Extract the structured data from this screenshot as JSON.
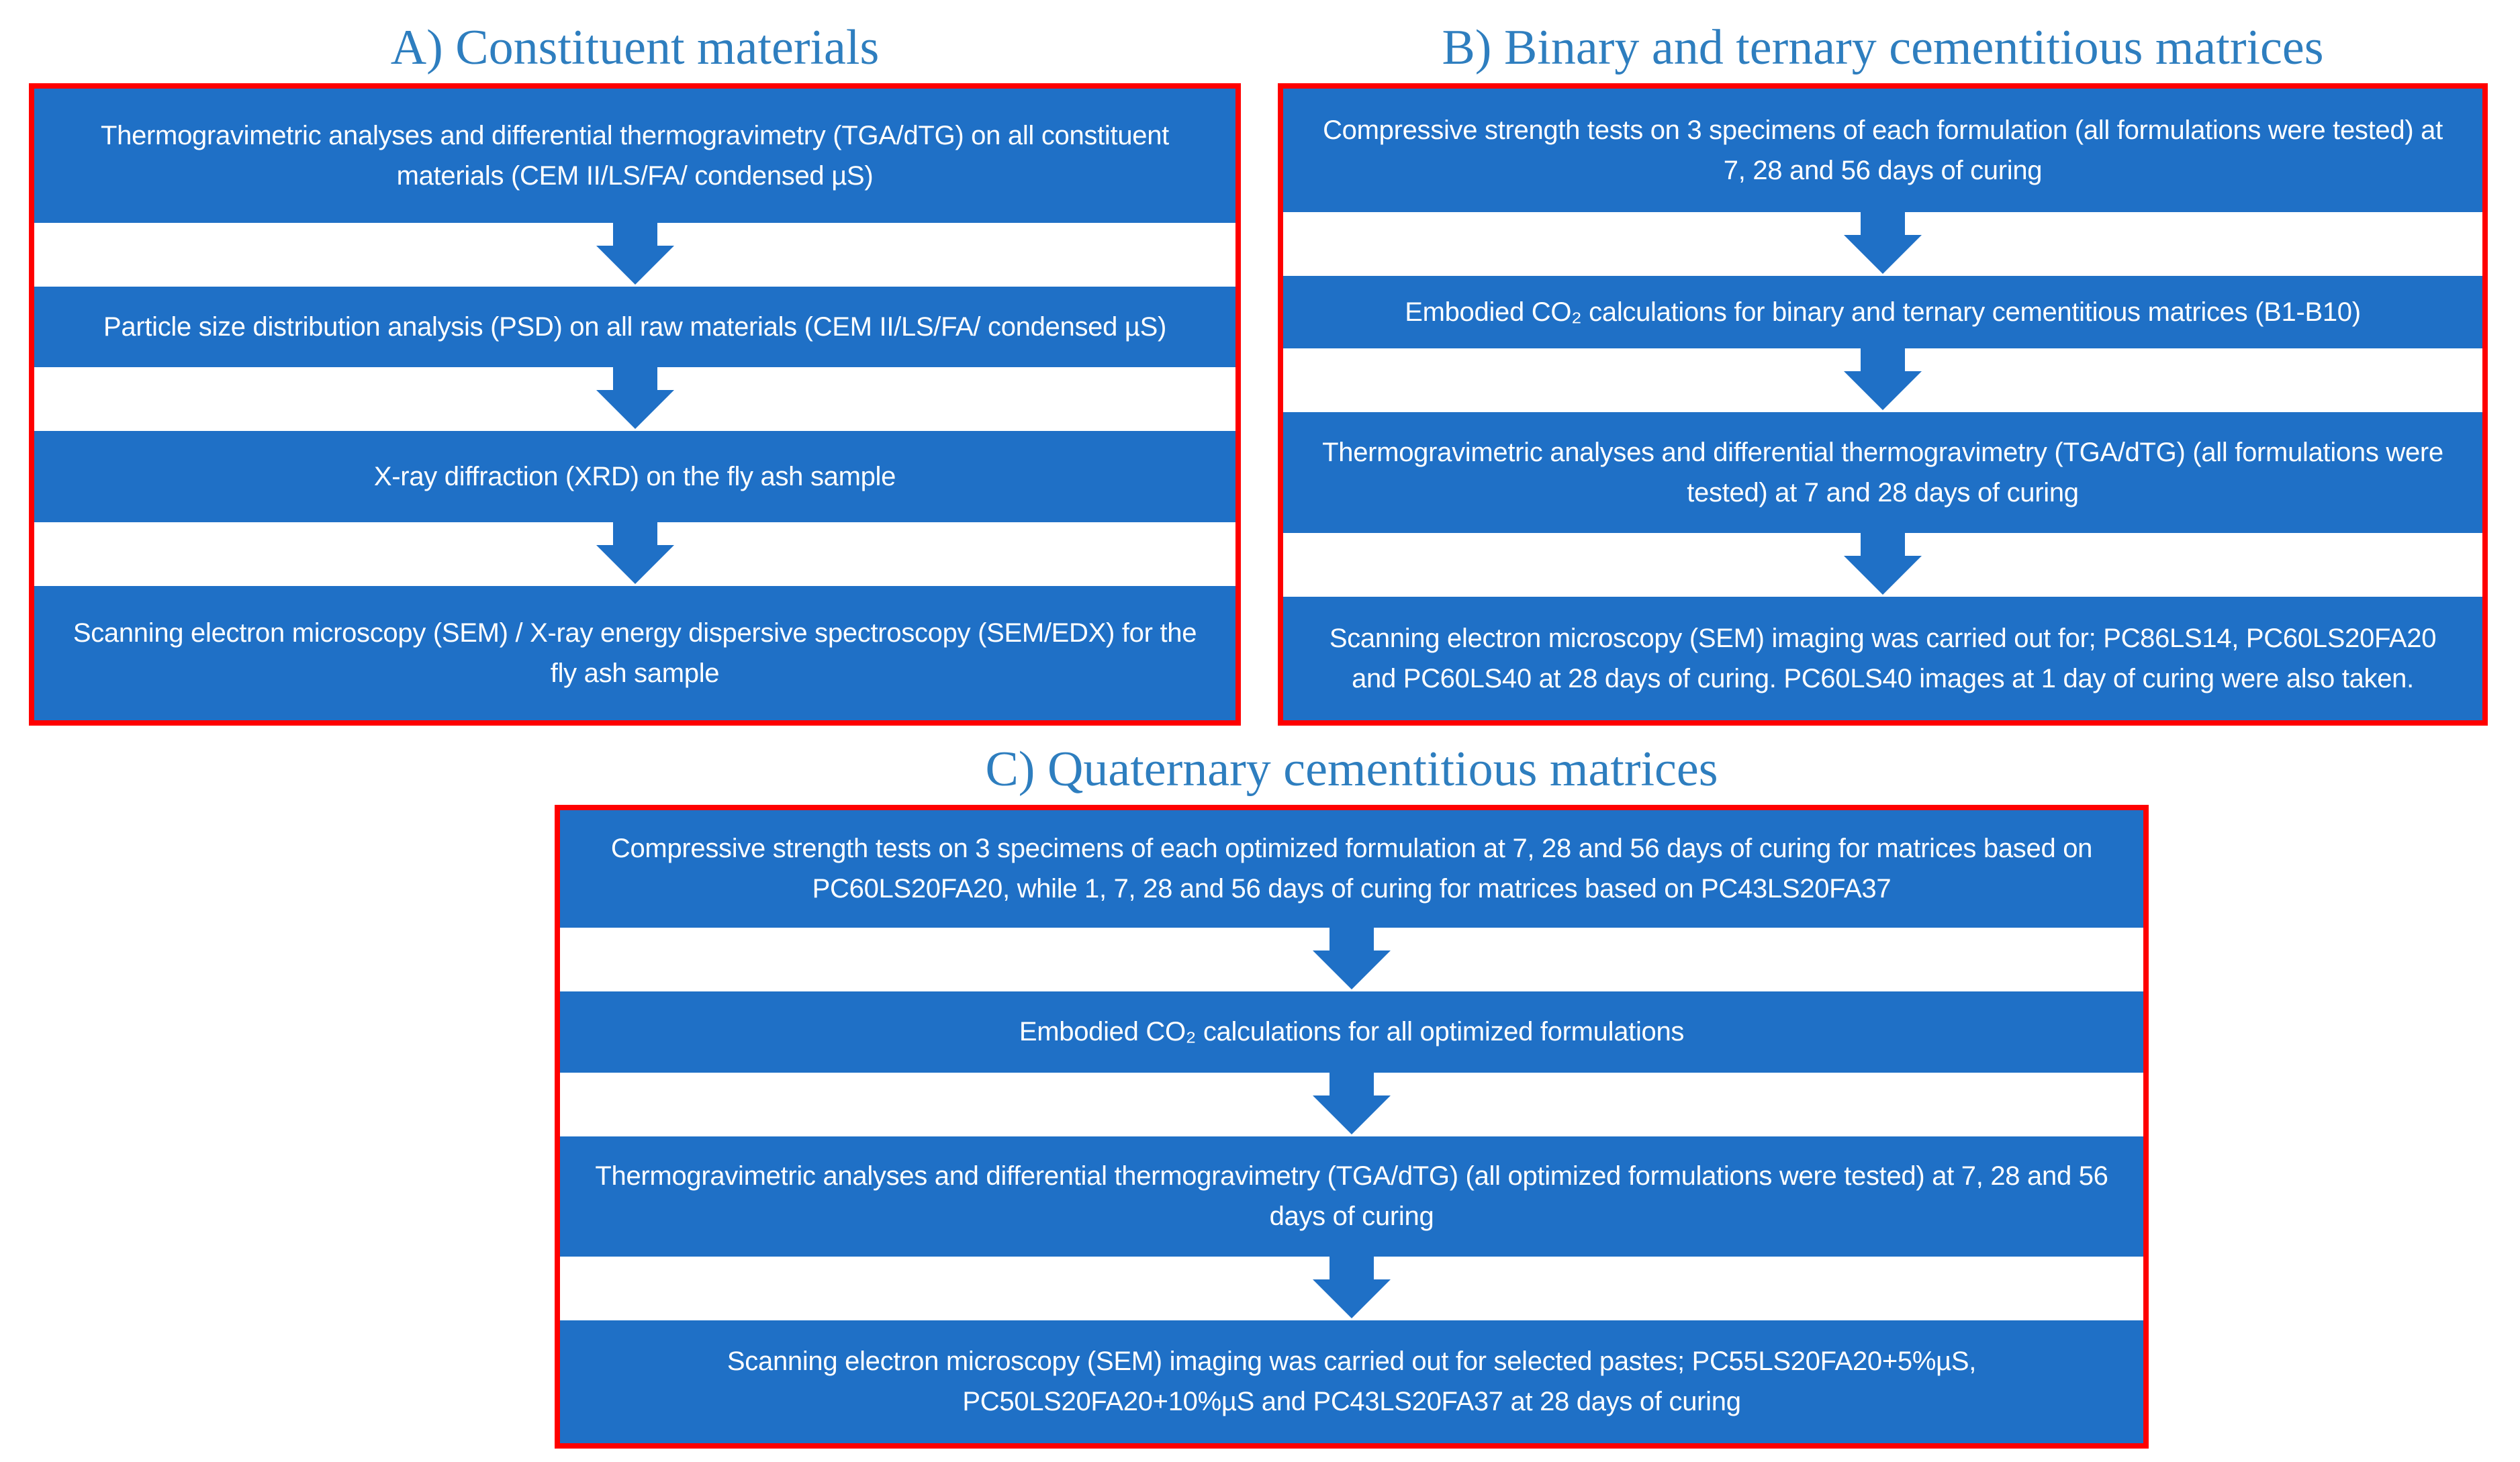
{
  "colors": {
    "box_fill": "#1F70C6",
    "box_text": "#FFFFFF",
    "panel_border": "#FF0000",
    "title_text": "#2E7EBF",
    "arrow": "#1F70C6",
    "background": "#FFFFFF"
  },
  "panels": [
    {
      "label": "A",
      "title": "A) Constituent materials",
      "steps": [
        "Thermogravimetric analyses and differential thermogravimetry (TGA/dTG) on all constituent materials (CEM II/LS/FA/ condensed µS)",
        "Particle size distribution analysis (PSD) on all raw materials (CEM II/LS/FA/ condensed µS)",
        "X-ray diffraction (XRD) on the fly ash sample",
        "Scanning electron microscopy (SEM) / X-ray energy dispersive spectroscopy (SEM/EDX) for the fly ash sample"
      ]
    },
    {
      "label": "B",
      "title": "B) Binary and ternary cementitious matrices",
      "steps": [
        "Compressive strength tests on 3 specimens of each formulation (all formulations were tested) at 7, 28 and 56 days of curing",
        "Embodied CO₂ calculations for binary and ternary cementitious matrices (B1-B10)",
        "Thermogravimetric analyses and differential thermogravimetry (TGA/dTG) (all formulations were tested) at 7 and 28 days of curing",
        "Scanning electron microscopy (SEM) imaging was carried out for; PC86LS14, PC60LS20FA20 and PC60LS40 at 28 days of curing. PC60LS40 images at 1 day of curing were also taken."
      ]
    },
    {
      "label": "C",
      "title": "C) Quaternary cementitious matrices",
      "steps": [
        "Compressive strength tests on 3 specimens of each optimized formulation at 7, 28 and 56 days of curing for matrices based on PC60LS20FA20, while 1, 7, 28 and 56 days of curing for matrices based on PC43LS20FA37",
        "Embodied CO₂ calculations for all optimized formulations",
        "Thermogravimetric analyses and differential thermogravimetry (TGA/dTG) (all optimized formulations were tested) at 7, 28 and 56 days of curing",
        "Scanning electron microscopy (SEM) imaging was carried out for selected pastes; PC55LS20FA20+5%µS, PC50LS20FA20+10%µS and PC43LS20FA37 at 28 days of curing"
      ]
    }
  ]
}
